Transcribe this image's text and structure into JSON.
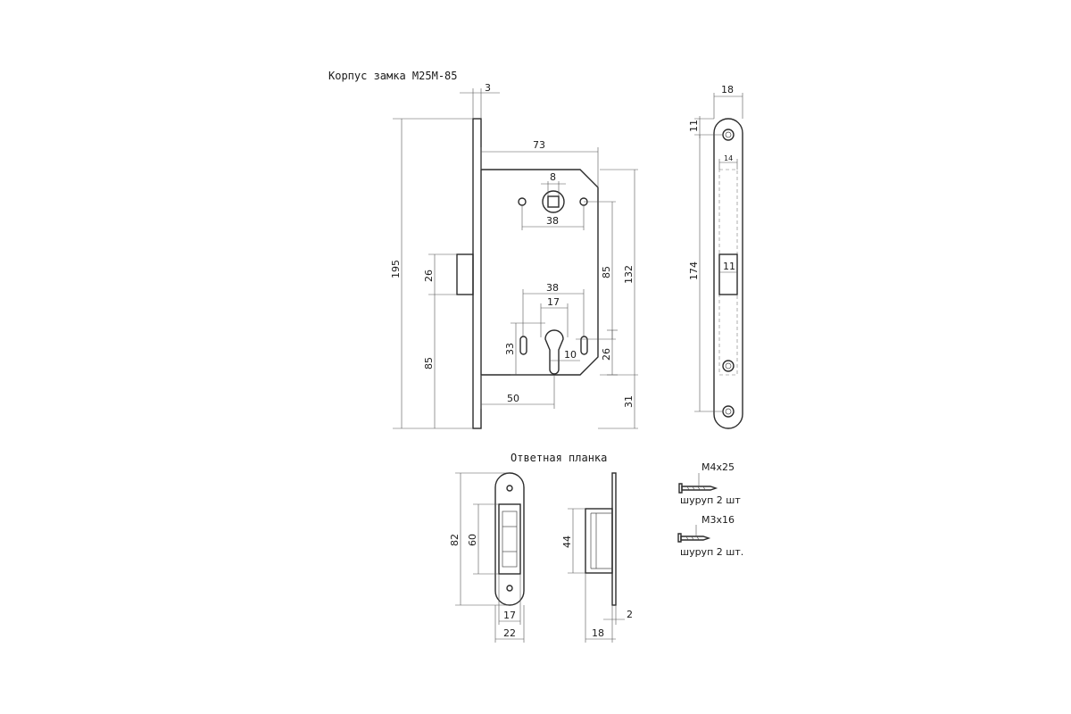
{
  "titles": {
    "lock_body": "Корпус замка М25М-85",
    "strike_plate": "Ответная планка"
  },
  "dims": {
    "faceplate_thickness": "3",
    "faceplate_width_side": "18",
    "overall_height": "195",
    "body_depth": "73",
    "spindle_square": "8",
    "spindle_holes_spacing": "38",
    "latch_height": "26",
    "spindle_to_cylinder": "85",
    "body_height": "132",
    "bottom_to_cylinder": "85",
    "cylinder_holes_spacing": "38",
    "cylinder_width": "17",
    "cylinder_hole_height": "33",
    "cylinder_neck_width": "10",
    "cylinder_lower_height": "26",
    "backset": "50",
    "cylinder_to_bottom": "31",
    "faceplate_top_hole": "11",
    "faceplate_latch_width": "14",
    "faceplate_holes_distance": "174",
    "faceplate_slot_width": "11",
    "strike_height": "82",
    "strike_box_height": "60",
    "strike_box_width": "17",
    "strike_width": "22",
    "strike_side_height": "44",
    "strike_side_depth": "18",
    "strike_plate_thickness": "2"
  },
  "screws": [
    {
      "size": "M4x25",
      "label": "шуруп 2 шт"
    },
    {
      "size": "M3x16",
      "label": "шуруп 2 шт."
    }
  ]
}
